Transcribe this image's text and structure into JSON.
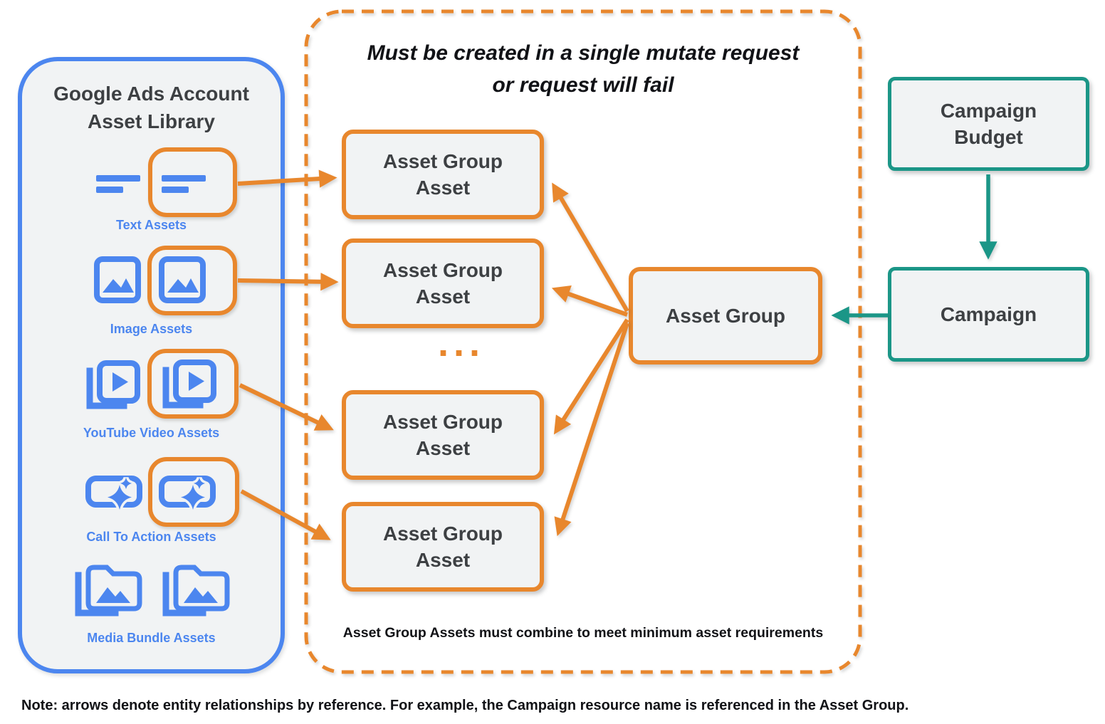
{
  "library": {
    "title_line1": "Google Ads Account",
    "title_line2": "Asset Library",
    "items": [
      {
        "label": "Text Assets",
        "icon": "text-asset-icon"
      },
      {
        "label": "Image Assets",
        "icon": "image-asset-icon"
      },
      {
        "label": "YouTube Video Assets",
        "icon": "youtube-video-asset-icon"
      },
      {
        "label": "Call To Action Assets",
        "icon": "call-to-action-asset-icon"
      },
      {
        "label": "Media Bundle Assets",
        "icon": "media-bundle-asset-icon"
      }
    ]
  },
  "mutate_request_group": {
    "title_line1": "Must be created in a single mutate request",
    "title_line2": "or request will fail",
    "ellipsis": "...",
    "footer": "Asset Group Assets must combine to meet minimum asset requirements",
    "asset_group_asset": {
      "line1": "Asset Group",
      "line2": "Asset"
    }
  },
  "nodes": {
    "asset_group": {
      "label": "Asset Group"
    },
    "campaign_budget": {
      "line1": "Campaign",
      "line2": "Budget"
    },
    "campaign": {
      "label": "Campaign"
    }
  },
  "note": "Note: arrows denote entity relationships by reference. For example, the Campaign resource name is referenced in the Asset Group.",
  "colors": {
    "blue": "#4C86EF",
    "orange": "#E8872D",
    "teal": "#1B9687",
    "node_fill": "#F1F3F4",
    "text_dark": "#3D4043",
    "text_black": "#111216"
  }
}
